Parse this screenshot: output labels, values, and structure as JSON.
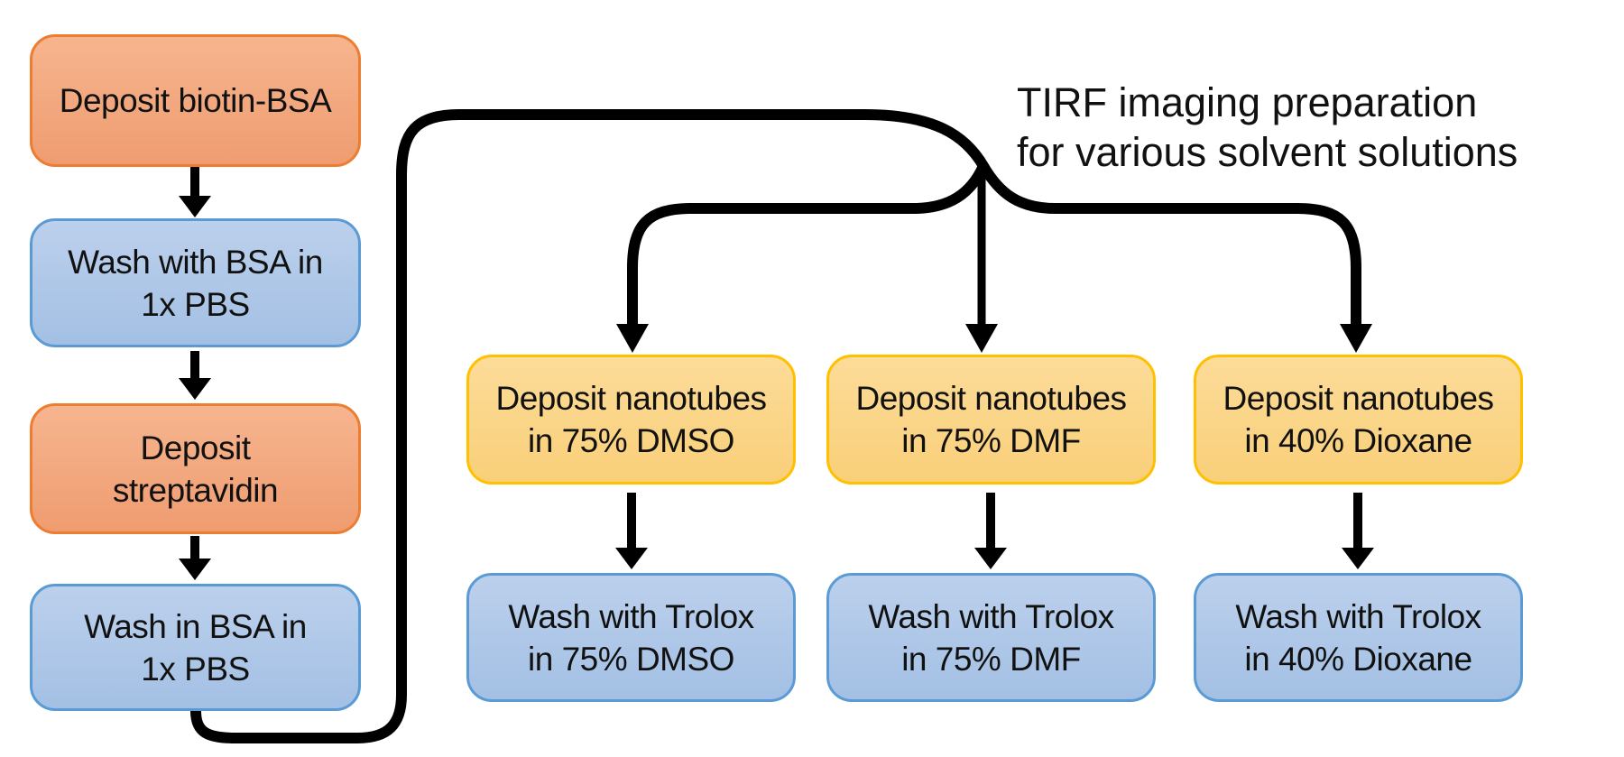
{
  "title": {
    "text": "TIRF imaging preparation\nfor various solvent solutions"
  },
  "left_column": {
    "steps": [
      {
        "label": "Deposit biotin-BSA",
        "style": "orange"
      },
      {
        "label": "Wash with BSA in\n1x PBS",
        "style": "blue"
      },
      {
        "label": "Deposit\nstreptavidin",
        "style": "orange"
      },
      {
        "label": "Wash in BSA in\n1x PBS",
        "style": "blue"
      }
    ]
  },
  "branch_columns": [
    {
      "deposit": "Deposit nanotubes\nin 75% DMSO",
      "wash": "Wash with Trolox\nin 75% DMSO"
    },
    {
      "deposit": "Deposit nanotubes\nin 75% DMF",
      "wash": "Wash with Trolox\nin 75% DMF"
    },
    {
      "deposit": "Deposit nanotubes\nin 40% Dioxane",
      "wash": "Wash with Trolox\nin 40% Dioxane"
    }
  ],
  "colors": {
    "background": "#FFFFFF",
    "text": "#111111",
    "connector": "#000000",
    "orange_border": "#ED7D31",
    "orange_fill_top": "#F6B58F",
    "orange_fill_bottom": "#EF9C70",
    "blue_border": "#5B9BD5",
    "blue_fill_top": "#BCD0EC",
    "blue_fill_bottom": "#A3C0E4",
    "yellow_border": "#FFC000",
    "yellow_fill_top": "#FCDC99",
    "yellow_fill_bottom": "#F9CF79"
  }
}
